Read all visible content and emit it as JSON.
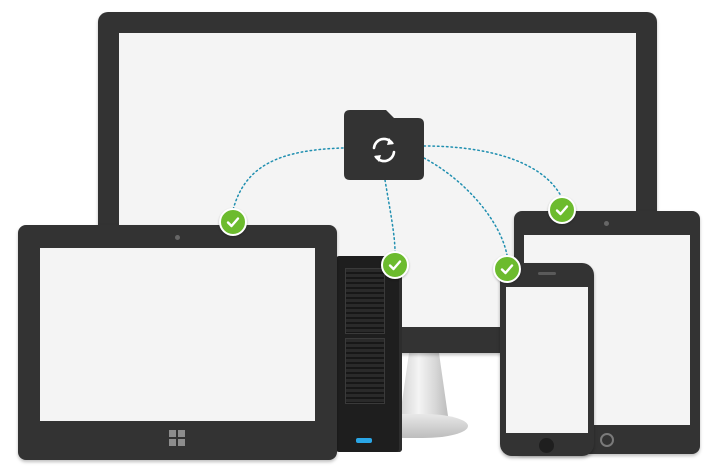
{
  "illustration": {
    "colors": {
      "device_body": "#333333",
      "screen": "#f4f4f4",
      "check_badge": "#6cbb2e",
      "connection_line": "#1f8fb0",
      "nas_led": "#2aa6e6"
    },
    "icons": {
      "folder": "sync-folder-icon",
      "sync": "sync-arrows-icon",
      "check": "check-icon",
      "windows": "windows-logo-icon"
    },
    "devices": [
      "monitor",
      "windows-tablet",
      "nas",
      "android-tablet",
      "phone"
    ],
    "sync_status": [
      "synced",
      "synced",
      "synced",
      "synced"
    ]
  }
}
